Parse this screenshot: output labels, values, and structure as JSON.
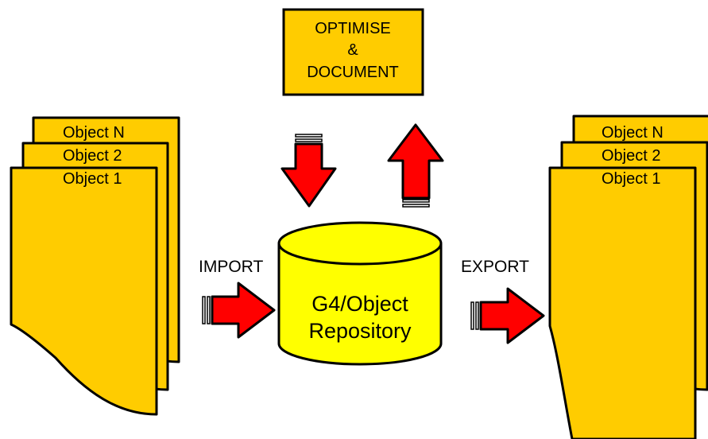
{
  "optimise_box": {
    "line1": "OPTIMISE",
    "line2": "&",
    "line3": "DOCUMENT"
  },
  "repository": {
    "line1": "G4/Object",
    "line2": "Repository"
  },
  "import_label": "IMPORT",
  "export_label": "EXPORT",
  "left_stack": {
    "back": "Object N",
    "middle": "Object 2",
    "front": "Object 1"
  },
  "right_stack": {
    "back": "Object N",
    "middle": "Object 2",
    "front": "Object 1"
  },
  "colors": {
    "page_fill": "#FFCC00",
    "box_fill": "#FFCC00",
    "cylinder_fill": "#FFFF00",
    "arrow_fill": "#FF0000",
    "outline": "#000000",
    "background": "#FFFFFF"
  }
}
